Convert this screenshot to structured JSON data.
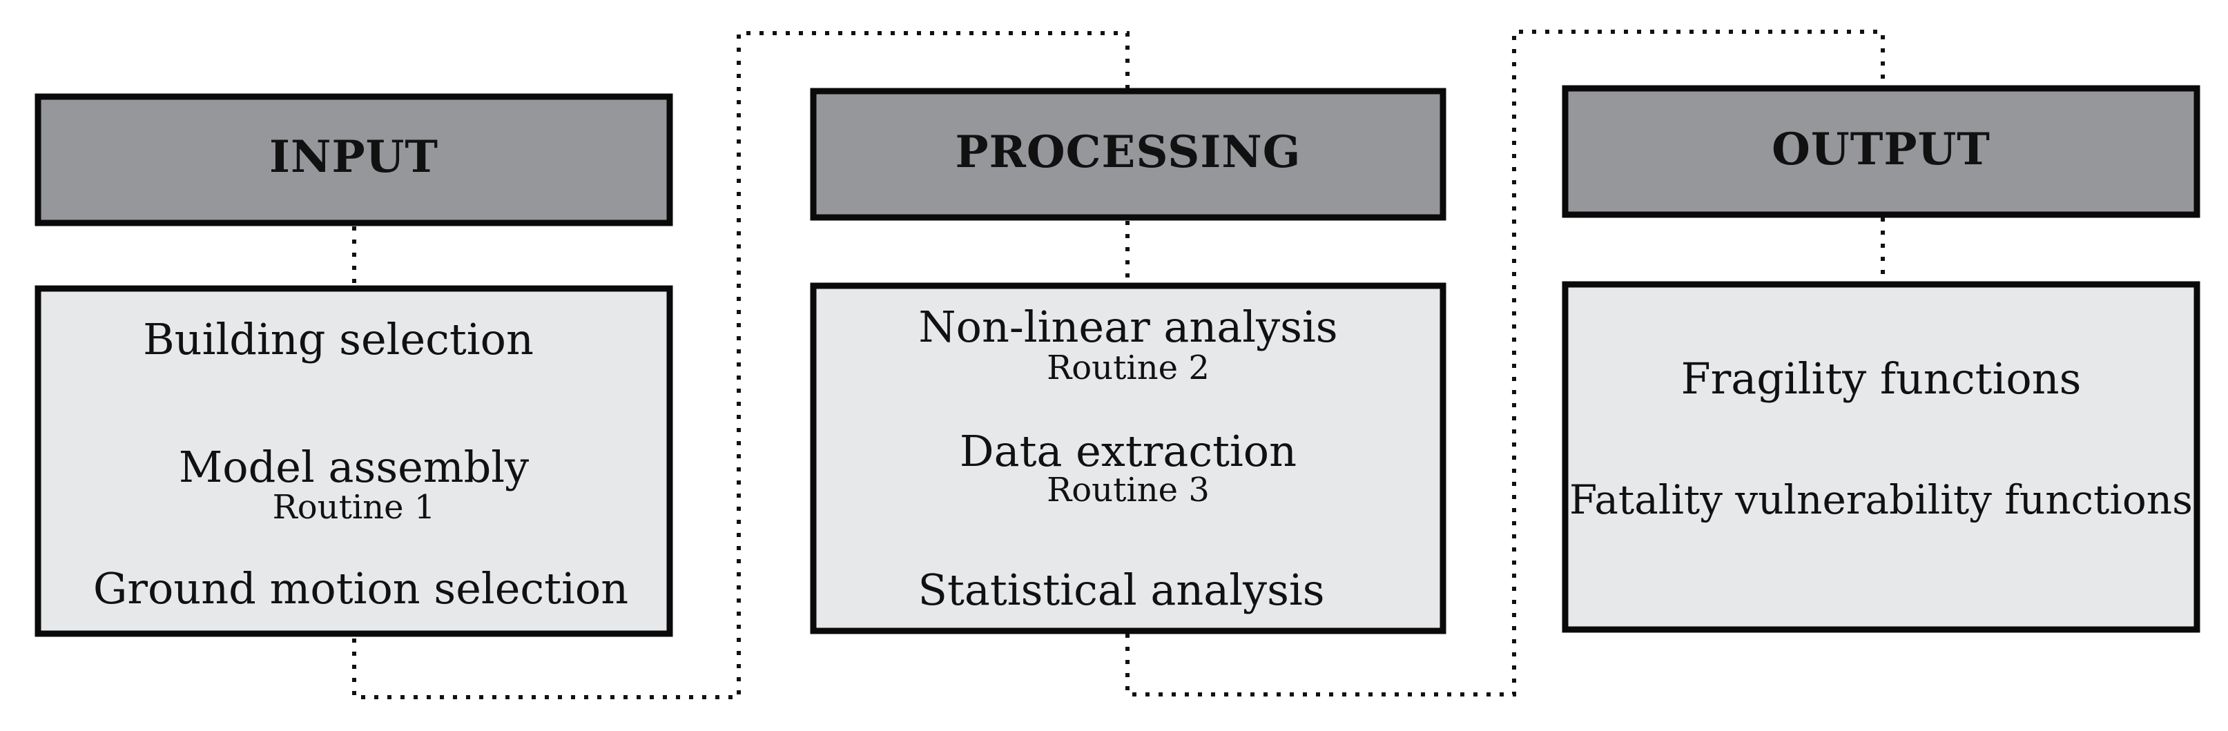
{
  "colors": {
    "header_fill": "#96979b",
    "body_fill": "#e6e8ea",
    "border": "#0a0a0a",
    "connector": "#111111"
  },
  "columns": [
    {
      "id": "input",
      "header": "INPUT",
      "steps": [
        {
          "label": "Building selection"
        },
        {
          "label": "Model assembly",
          "sub": "Routine 1"
        },
        {
          "label": "Ground motion selection"
        }
      ]
    },
    {
      "id": "processing",
      "header": "PROCESSING",
      "steps": [
        {
          "label": "Non-linear analysis",
          "sub": "Routine 2"
        },
        {
          "label": "Data extraction",
          "sub": "Routine 3"
        },
        {
          "label": "Statistical analysis"
        }
      ]
    },
    {
      "id": "output",
      "header": "OUTPUT",
      "steps": [
        {
          "label": "Fragility functions"
        },
        {
          "label": "Fatality vulnerability functions"
        }
      ]
    }
  ]
}
